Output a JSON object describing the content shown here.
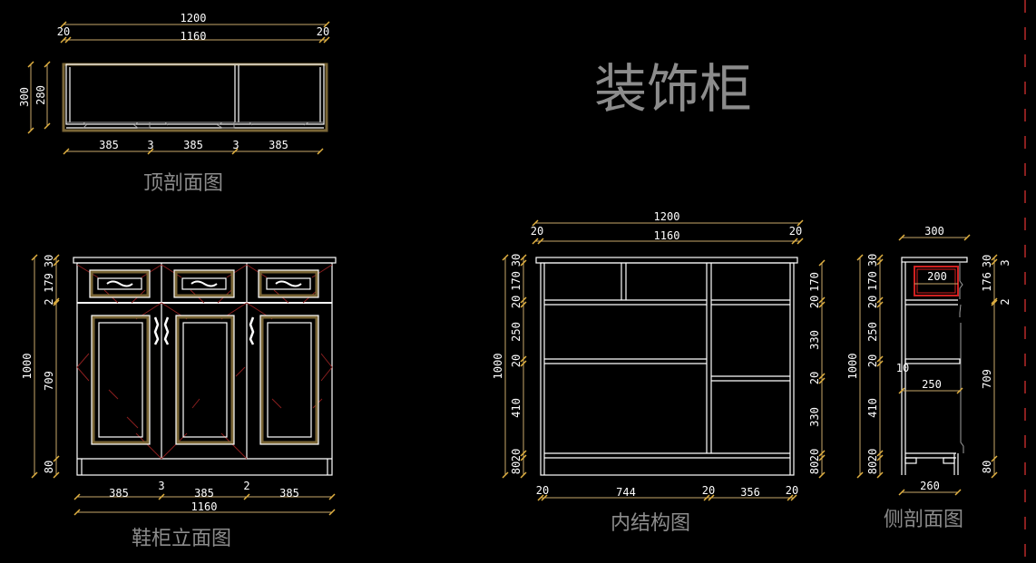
{
  "main_title": "装饰柜",
  "colors": {
    "background": "#000000",
    "outline": "#ffffff",
    "dimension_line": "#c8a86a",
    "dimension_tick": "#e0b040",
    "title_text": "#8c8c8c",
    "decor_red": "#8a1f1f",
    "panel_gold": "#7a6636",
    "highlight_red": "#d02020"
  },
  "top_section": {
    "label": "顶剖面图",
    "dims_top": {
      "overall": "1200",
      "left_edge": "20",
      "inner": "1160",
      "right_edge": "20"
    },
    "dims_left": {
      "overall": "300",
      "inner": "280"
    },
    "dims_bottom": [
      "385",
      "3",
      "385",
      "3",
      "385"
    ]
  },
  "elevation": {
    "label": "鞋柜立面图",
    "dims_left_overall": "1000",
    "dims_left": [
      "30",
      "179",
      "2",
      "709",
      "80"
    ],
    "dims_bottom": [
      "385",
      "3",
      "385",
      "2",
      "385"
    ],
    "dims_bottom_total": "1160"
  },
  "interior": {
    "label": "内结构图",
    "dims_top": {
      "overall": "1200",
      "left_edge": "20",
      "inner": "1160",
      "right_edge": "20"
    },
    "dims_left_overall": "1000",
    "dims_left": [
      "30",
      "170",
      "20",
      "250",
      "20",
      "410",
      "20",
      "80"
    ],
    "dims_right": [
      "170",
      "20",
      "330",
      "20",
      "330",
      "20",
      "80"
    ],
    "dims_bottom": [
      "20",
      "744",
      "20",
      "356",
      "20"
    ]
  },
  "side_section": {
    "label": "侧剖面图",
    "dims_top": "300",
    "drawer_width": "200",
    "shelf_depth": "250",
    "back_offset": "10",
    "base_depth": "260",
    "dims_left_overall": "1000",
    "dims_left": [
      "30",
      "170",
      "20",
      "250",
      "20",
      "410",
      "20",
      "80"
    ],
    "dims_right": [
      "30",
      "3",
      "176",
      "2",
      "709",
      "80"
    ]
  }
}
